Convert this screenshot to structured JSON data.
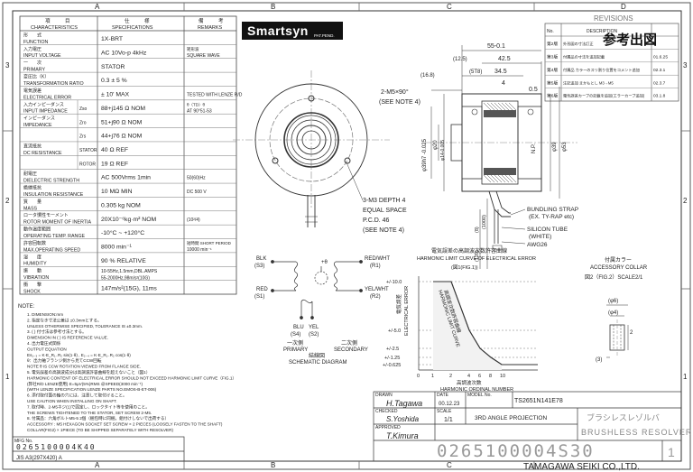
{
  "frame": {
    "cols": [
      "A",
      "B",
      "C",
      "D"
    ],
    "rows": [
      "3",
      "2",
      "1"
    ]
  },
  "spec_table": {
    "headers": {
      "item_jp": "項　　　目",
      "item_en": "CHARACTERISTICS",
      "spec_jp": "仕　　　様",
      "spec_en": "SPECIFICATIONS",
      "rem_jp": "備　　　考",
      "rem_en": "REMARKS"
    },
    "rows": [
      {
        "jp": "形　　式",
        "en": "FUNCTION",
        "spec": "1X-BRT",
        "rem": ""
      },
      {
        "jp": "入力電圧",
        "en": "INPUT VOLTAGE",
        "spec": "AC 10Vo-p 4kHz",
        "rem": "SQUARE WAVE",
        "rem_jp": "矩形波"
      },
      {
        "jp": "一　　次",
        "en": "PRIMARY",
        "spec": "STATOR",
        "rem": ""
      },
      {
        "jp": "変圧比（K）",
        "en": "TRANSFORMATION RATIO",
        "spec": "0.3 ± 5 %",
        "rem": ""
      },
      {
        "jp": "電気誤差",
        "en": "ELECTRICAL ERROR",
        "spec": "± 10' MAX",
        "rem": "TESTED WITH LENZE R/D",
        "rem_jp": ""
      },
      {
        "jp": "入力インピーダンス",
        "en": "INPUT IMPEDANCE",
        "sub": "Zso",
        "spec": "88+j145 Ω NOM",
        "rem": "AT 90°51-53",
        "rem_jp": "θ（TD）θ"
      },
      {
        "jp": "インピーダンス",
        "en": "IMPEDANCE",
        "sub": "Zro",
        "spec": "51+j90 Ω NOM",
        "rem": ""
      },
      {
        "jp": "",
        "en": "",
        "sub": "Zrs",
        "spec": "44+j76 Ω NOM",
        "rem": ""
      },
      {
        "jp": "直流抵抗",
        "en": "DC RESISTANCE",
        "sub": "STATOR",
        "sub_jp": "ステータ",
        "spec": "40 Ω REF",
        "rem": ""
      },
      {
        "jp": "",
        "en": "",
        "sub": "ROTOR",
        "sub_jp": "ロータ",
        "spec": "19 Ω REF",
        "rem": ""
      },
      {
        "jp": "耐電圧",
        "en": "DIELECTRIC STRENGTH",
        "spec": "AC 500Vrms 1min",
        "rem": "50(60)Hz"
      },
      {
        "jp": "絶縁抵抗",
        "en": "INSULATION RESISTANCE",
        "spec": "10 MΩ MIN",
        "rem": "DC 500 V"
      },
      {
        "jp": "質　　量",
        "en": "MASS",
        "spec": "0.305 kg NOM",
        "rem": ""
      },
      {
        "jp": "ロータ慣性モーメント",
        "en": "ROTOR MOMENT OF INERTIA",
        "spec": "20X10⁻⁶kg·m² NOM",
        "rem": "(10²/4)"
      },
      {
        "jp": "動作温度範囲",
        "en": "OPERATING TEMP. RANGE",
        "spec": "-10°C ~ +120°C",
        "rem": ""
      },
      {
        "jp": "許容回転数",
        "en": "MAX.OPERATING SPEED",
        "spec": "8000 min⁻¹",
        "rem": "10000 min⁻¹",
        "rem_jp": "短時間 SHORT PERIOD"
      },
      {
        "jp": "湿　　度",
        "en": "HUMIDITY",
        "spec": "90 % RELATIVE",
        "rem": ""
      },
      {
        "jp": "振　　動",
        "en": "VIBRATION",
        "spec": "10-55Hz,1.5mm,DBL.AMPS",
        "spec2": "55-2000Hz,98m/s²(10G)",
        "rem": ""
      },
      {
        "jp": "衝　　撃",
        "en": "SHOCK",
        "spec": "147m/s²(15G), 11ms",
        "rem": ""
      }
    ]
  },
  "logo": {
    "text": "Smartsyn",
    "sub": "PAT.PEND."
  },
  "revisions": {
    "title": "REVISIONS",
    "stamp": "参考出図",
    "header": [
      "No.",
      "DESCRIPTION",
      ""
    ],
    "rows": [
      [
        "第2版",
        "外形図の寸法訂正",
        ""
      ],
      [
        "第3版",
        "付属品の寸法を追加記載",
        "01.6.25"
      ],
      [
        "第4版",
        "付属品 カラーのスリ割り位置をコメント追加",
        "02.3.1"
      ],
      [
        "第5版",
        "注記追加 まかもとし M3→M5",
        "02.3.7"
      ],
      [
        "第6版",
        "電気誤差カーブの記載を追加(エラーカーブ追加)",
        "03.1.8"
      ]
    ]
  },
  "side_view": {
    "dims": [
      "55-0.1",
      "(12.5)",
      "42.5",
      "(5T8)",
      "34.5",
      "(16.8)",
      "4",
      "0.5",
      "2-M5×90°",
      "(SEE NOTE 4)",
      "φ20",
      "φ14-0.005",
      "φ39h7 -0.025",
      "φ53",
      "φ39"
    ],
    "np_label": "N.P."
  },
  "front_view": {
    "note": [
      "3-M3 DEPTH 4",
      "EQUAL SPACE",
      "P.C.D. 46",
      "(SEE NOTE 4)"
    ],
    "lead_dims": [
      "(8)",
      "(120)",
      "(1000)"
    ]
  },
  "leads": {
    "labels": [
      "BUNDLING STRAP",
      "(EX. TY-RAP etc)",
      "SILICON TUBE",
      "(WHITE)",
      "AWG26"
    ]
  },
  "schematic": {
    "title_jp": "結線図",
    "title_en": "SCHEMATIC DIAGRAM",
    "labels": [
      "BLK",
      "(S3)",
      "RED",
      "(S1)",
      "BLU",
      "YEL",
      "(S4)",
      "(S2)",
      "RED/WHT",
      "(R1)",
      "YEL/WHT",
      "(R2)",
      "+θ"
    ],
    "primary_jp": "一次側",
    "primary": "PRIMARY",
    "secondary_jp": "二次側",
    "secondary": "SECONDARY"
  },
  "error_chart": {
    "title_jp": "電気誤差の高調波次数許容曲線",
    "title_en": "HARMONIC LIMIT CURVE OF ELECTRICAL ERROR",
    "fig": "(図1(FIG.1))",
    "ylabel_jp": "電気誤差",
    "ylabel": "ELECTRICAL ERROR",
    "xlabel_jp": "高調波次数",
    "xlabel": "HARMONIC ORDINAL NUMBER",
    "curve_label_jp": "高調波次数許容曲線",
    "curve_label": "HARMONIC LIMIT CURVE",
    "yticks": [
      "+/-10.0",
      "+/-5.0",
      "+/-2.5",
      "+/-1.25",
      "+/-0.625"
    ],
    "xticks": [
      "0",
      "1",
      "2",
      "4",
      "6",
      "8",
      "10"
    ]
  },
  "accessory": {
    "title_jp": "付属カラー",
    "title_en": "ACCESSORY COLLAR",
    "scale": "図2（FIG.2）SCALE2/1",
    "dims": [
      "(φ6)",
      "(φ4)",
      "2",
      "(3)"
    ]
  },
  "notes": {
    "head": "NOTE:",
    "lines": [
      "1. DIMENSION:mm",
      "2. 指定なき寸法公差は ±0.3mmとする。",
      "   UNLESS OTHERWISE SPECIFIED, TOLERANCE IS ±0.3mm.",
      "3. ( ) 付寸法は参考寸法とする。",
      "   DIMENSION IN ( ) IS REFERENCE VALUE.",
      "4. 出力電圧式関係",
      "   OUTPUT EQUATION",
      "   Es₁₋₃ = K·E_R₁₋R₂ sin(1·θ) ,  E₂₋₄ = K·E_R₁₋R₂ cos(1·θ)",
      "   θ：出力軸フランジ側から見てCCW回転",
      "   NOTE θ IS CCW ROTATION VIEWED FROM FLANGE SIDE.",
      "5. 電気誤差の高調波成分は高調波許容曲線を超えないこと（図1）",
      "   HARMONIC CONTENT OF ELECTRICAL ERROR SHOULD NOT EXCEED HARMONIC LIMIT CURVE（FIG.1）",
      "   (弊社R/D LENZE使用)   E=5μV(5%)RMS  @SPEED(3000 min⁻¹)",
      "   (WITH LENZE SPECIFICATION LENZE PARTS NO.EMOS-B-ET-006)",
      "6. 添付取付面の軸の穴には、注意して取付けること。",
      "   USE CAUTION WHEN INSTALLING ON SHAFT.",
      "7. 取付時、2-M5ネジ(1)で固定し、ロックタイト等を使用のこと。",
      "   THE SCREWS TIGHTENED TO THE STATOR, SET SCREW 2-M5.",
      "8. 付属品：六角ボルトM5-5 2個（梱包時に同梱。組付けしないで出荷する）",
      "   ACCESSORY : M5 HEXAGON SOCKET SET SCREW × 2 PIECES (LOOSELY FASTEN TO THE SHAFT)",
      "   COLLAR(FIG2) × 1PIECE (TO BE SHIPPED SEPARATELY WITH RESOLVER)"
    ]
  },
  "title_block": {
    "drawn_label": "DRAWN",
    "drawn": "H.Tagawa",
    "date_label": "DATE",
    "date": "00.12.23",
    "scale_label": "SCALE",
    "scale": "1/1",
    "model_label": "MODEL No.",
    "model": "TS2651N141E78",
    "projection": "3RD ANGLE PROJECTION",
    "checked_label": "CHECKED",
    "checked": "S.Yoshida",
    "approved_label": "APPROVED",
    "approved": "T.Kimura",
    "name_jp": "ブラシレスレゾルバ",
    "name_en": "BRUSHLESS RESOLVER",
    "drawing_no": "0265100004S30",
    "sheet": "1",
    "company": "TAMAGAWA SEIKI CO.,LTD.",
    "mfg_label": "MFG No.",
    "mfg_no": "0265100004K40",
    "jis": "JIS  A3(297X420)  A"
  }
}
